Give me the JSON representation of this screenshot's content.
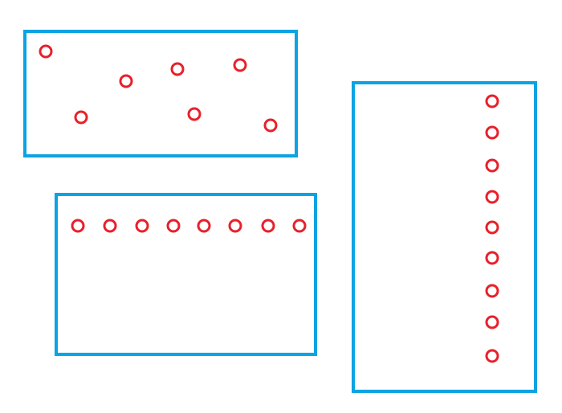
{
  "colors": {
    "box_stroke": "#0aa3e3",
    "circle_stroke": "#e8202a",
    "background": "#ffffff"
  },
  "groups": [
    {
      "name": "scattered",
      "count": 7
    },
    {
      "name": "horizontal-row",
      "count": 8
    },
    {
      "name": "vertical-column",
      "count": 9
    }
  ]
}
